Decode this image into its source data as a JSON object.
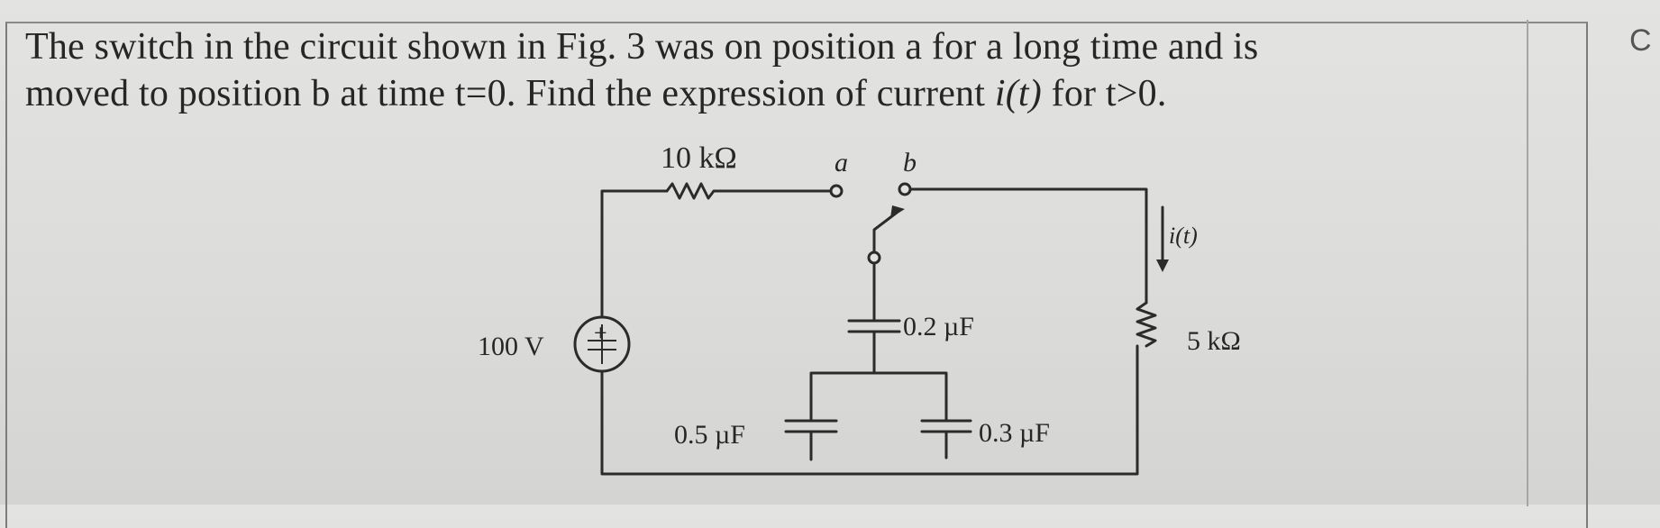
{
  "page_edge_text": "C",
  "problem": {
    "line1": "The switch in the circuit shown in Fig. 3 was on position a for a long time and is",
    "line2_pre": "moved to position b at time t=0. Find the expression of current ",
    "line2_current": "i(t)",
    "line2_post": " for t>0."
  },
  "circuit": {
    "resistor_top": "10 kΩ",
    "terminal_a": "a",
    "terminal_b": "b",
    "current_label": "i(t)",
    "source": "100 V",
    "source_polarity": "+",
    "cap_middle": "0.2 µF",
    "resistor_right": "5 kΩ",
    "cap_left_bottom": "0.5 µF",
    "cap_right_bottom": "0.3 µF"
  }
}
